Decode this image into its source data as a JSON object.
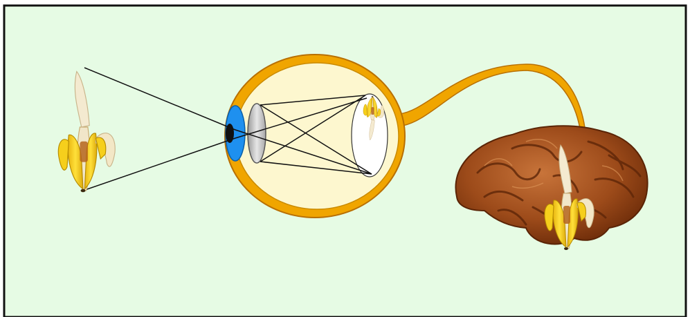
{
  "diagram": {
    "colors": {
      "background": "#e6fbe4",
      "frame": "#111111",
      "eye_outer": "#f0a500",
      "eye_outer_stroke": "#b86f00",
      "eye_inner": "#fdf7cf",
      "iris": "#1e90ef",
      "pupil": "#111111",
      "lens": "#c6c6c6",
      "retina_white": "#ffffff",
      "banana_yellow": "#f6cf1c",
      "banana_peel_light": "#f3e7c6",
      "banana_flesh": "#f1e6c9",
      "banana_brown": "#b5651d",
      "brain_base": "#a04f1c",
      "brain_fold": "#6e2e0a",
      "brain_highlight": "#d6884a",
      "ray_color": "#111111"
    },
    "objects": [
      {
        "name": "real-banana",
        "icon": "banana-icon"
      },
      {
        "name": "eyeball",
        "icon": "eye-icon"
      },
      {
        "name": "retina-image",
        "icon": "inverted-banana-icon"
      },
      {
        "name": "optic-nerve",
        "icon": "nerve-icon"
      },
      {
        "name": "brain",
        "icon": "brain-icon"
      },
      {
        "name": "perceived-banana",
        "icon": "banana-icon"
      }
    ]
  }
}
